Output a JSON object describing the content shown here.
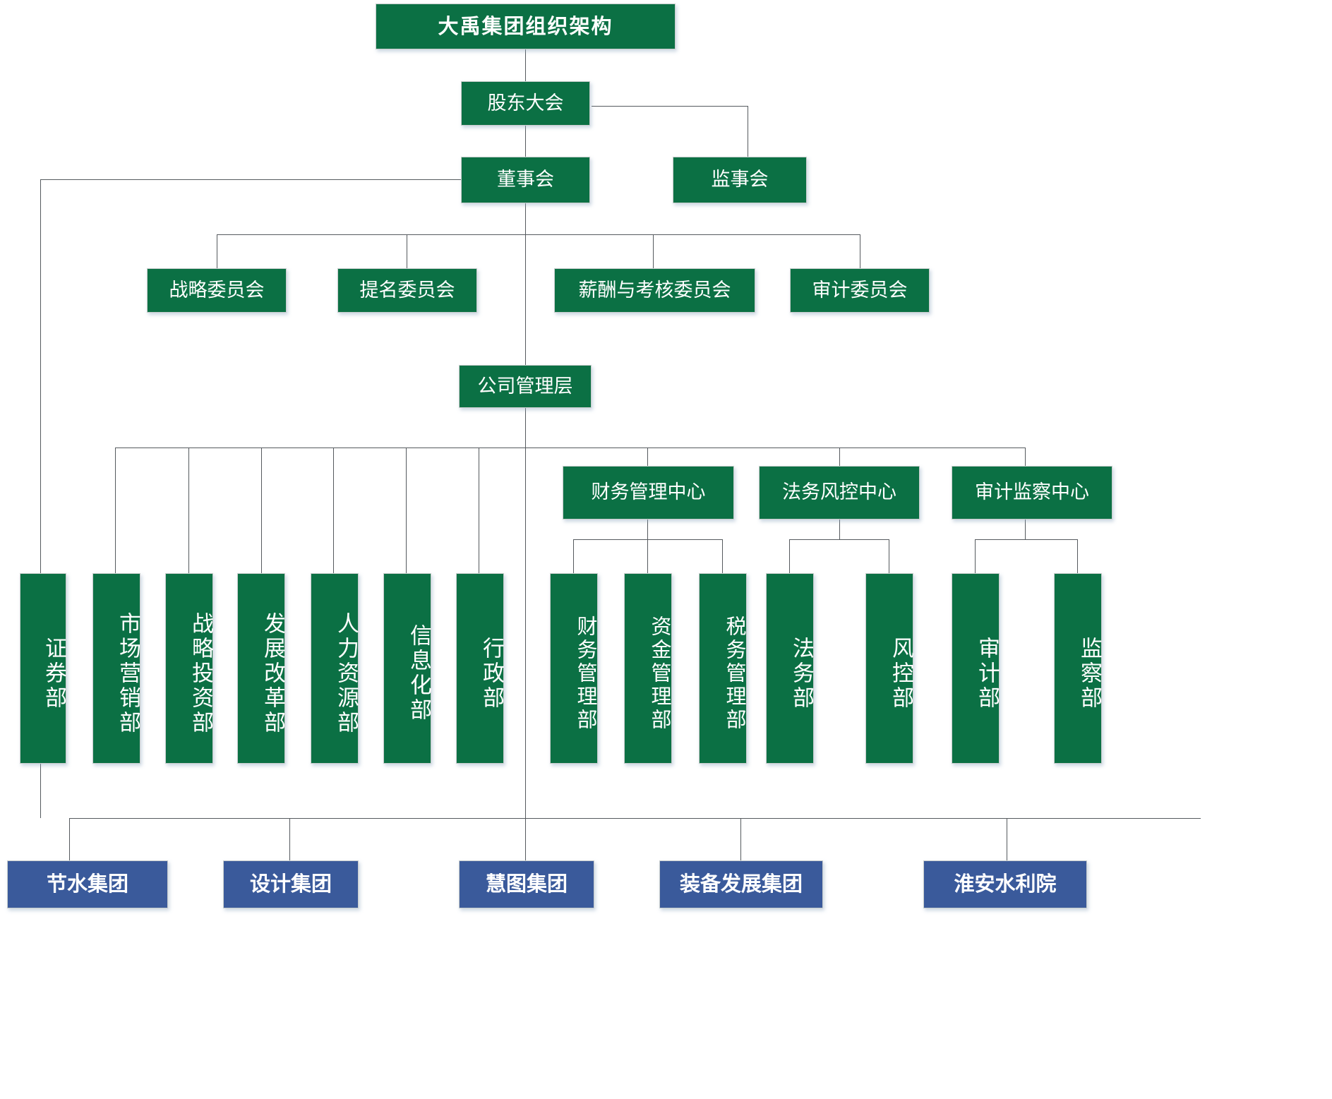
{
  "chart": {
    "kind": "organization-chart",
    "title": "大禹集团组织架构",
    "palette": {
      "green": "#0b7044",
      "blue": "#3a5a9b",
      "line": "#555a5e",
      "text": "#ffffff",
      "background": "#ffffff"
    }
  },
  "title_box": {
    "label": "大禹集团组织架构"
  },
  "governance": {
    "shareholders": {
      "label": "股东大会"
    },
    "board": {
      "label": "董事会"
    },
    "supervisors": {
      "label": "监事会"
    },
    "management": {
      "label": "公司管理层"
    }
  },
  "committees": [
    {
      "label": "战略委员会"
    },
    {
      "label": "提名委员会"
    },
    {
      "label": "薪酬与考核委员会"
    },
    {
      "label": "审计委员会"
    }
  ],
  "centers": [
    {
      "label": "财务管理中心"
    },
    {
      "label": "法务风控中心"
    },
    {
      "label": "审计监察中心"
    }
  ],
  "departments": [
    {
      "label": "证券部"
    },
    {
      "label": "市场营销部"
    },
    {
      "label": "战略投资部"
    },
    {
      "label": "发展改革部"
    },
    {
      "label": "人力资源部"
    },
    {
      "label": "信息化部"
    },
    {
      "label": "行政部"
    },
    {
      "label": "财务管理部"
    },
    {
      "label": "资金管理部"
    },
    {
      "label": "税务管理部"
    },
    {
      "label": "法务部"
    },
    {
      "label": "风控部"
    },
    {
      "label": "审计部"
    },
    {
      "label": "监察部"
    }
  ],
  "subsidiaries": [
    {
      "label": "节水集团"
    },
    {
      "label": "设计集团"
    },
    {
      "label": "慧图集团"
    },
    {
      "label": "装备发展集团"
    },
    {
      "label": "淮安水利院"
    }
  ]
}
